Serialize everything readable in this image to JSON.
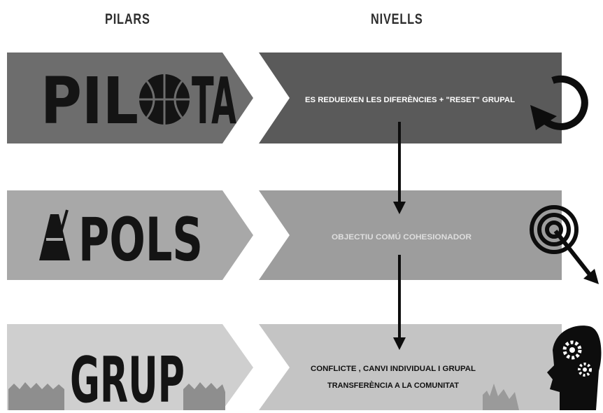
{
  "headers": {
    "pillars": "PILARS",
    "levels": "NIVELLS"
  },
  "rows": [
    {
      "pillar": {
        "word": "PILOTA",
        "icon": "basketball-icon"
      },
      "level": {
        "lines": [
          "ES REDUEIXEN LES DIFERÈNCIES + \"RESET\" GRUPAL"
        ],
        "icon": "refresh-arrow-icon"
      }
    },
    {
      "pillar": {
        "word": "POLS",
        "icon": "metronome-icon"
      },
      "level": {
        "lines": [
          "OBJECTIU COMÚ COHESIONADOR"
        ],
        "icon": "target-dart-icon"
      }
    },
    {
      "pillar": {
        "word": "GRUP",
        "icon": "crowd-silhouette-icon"
      },
      "level": {
        "lines": [
          "CONFLICTE , CANVI INDIVIDUAL I GRUPAL",
          "TRANSFERÈNCIA A LA COMUNITAT"
        ],
        "icon": "head-gears-icon"
      }
    }
  ],
  "colors": {
    "row1_pillar": "#6d6d6d",
    "row1_level": "#5a5a5a",
    "row1_text": "#ffffff",
    "row2_pillar": "#a8a8a8",
    "row2_level": "#9d9d9d",
    "row2_text": "#dedede",
    "row3_pillar": "#cfcfcf",
    "row3_level": "#c4c4c4",
    "row3_text": "#111111",
    "icon": "#0d0d0d"
  }
}
